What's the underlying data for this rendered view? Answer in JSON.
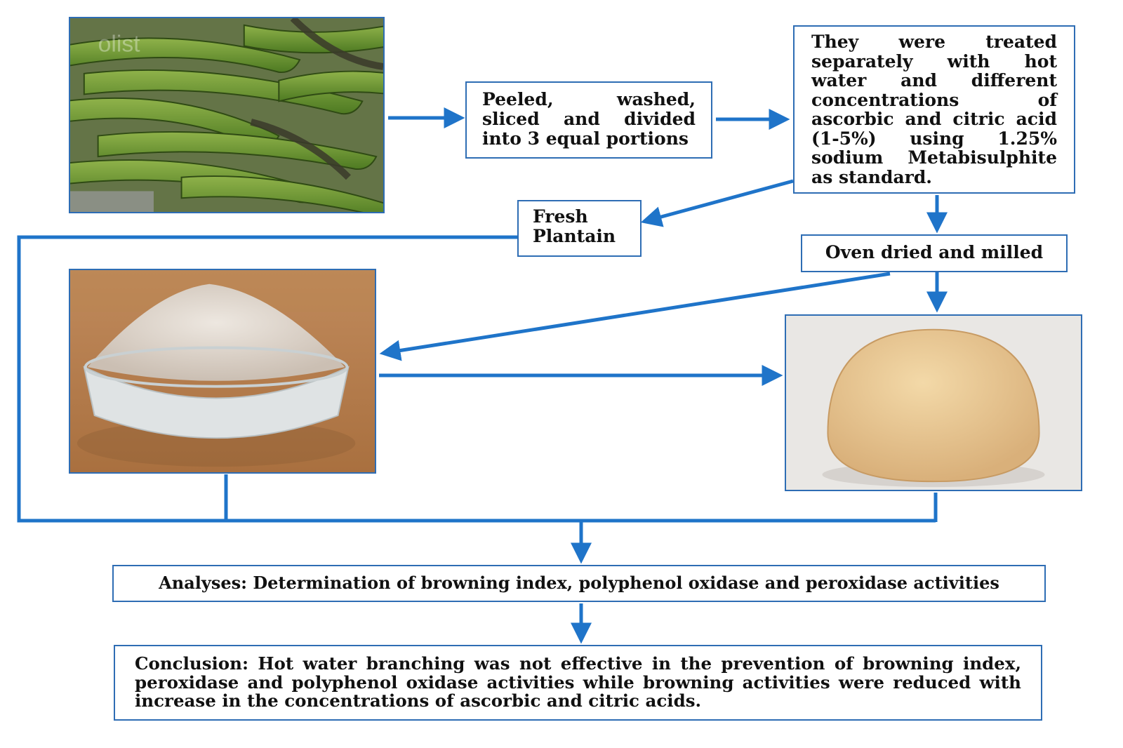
{
  "steps": {
    "peel": "Peeled, washed, sliced and divided into 3 equal portions",
    "treat": "They were treated separately with hot water and different concentrations of ascorbic and citric acid (1-5%) using 1.25% sodium Metabisulphite as standard.",
    "fresh": "Fresh Plantain",
    "oven": "Oven dried and milled",
    "analyses": "Analyses: Determination of browning index, polyphenol oxidase and peroxidase activities",
    "conclusion": "Conclusion: Hot water branching was not effective in the prevention of browning index, peroxidase and polyphenol oxidase activities while browning activities were reduced with increase in the concentrations of ascorbic and citric acids."
  },
  "images": {
    "plantain": "plantain-bunch-photo",
    "flour": "plantain-flour-bowl-photo",
    "dough": "plantain-dough-photo"
  },
  "colors": {
    "arrow": "#1f74c9",
    "box_border": "#2e6db4"
  }
}
